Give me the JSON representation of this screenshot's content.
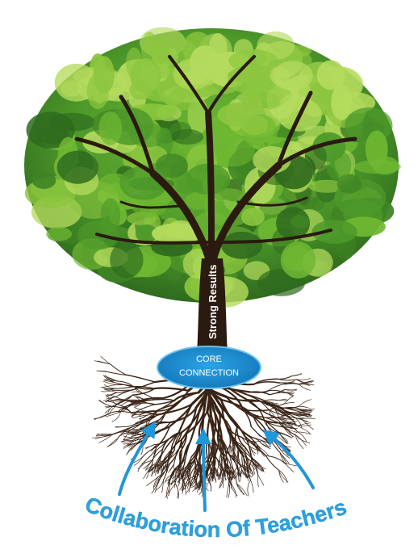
{
  "diagram": {
    "trunk_label": "Strong Results",
    "core_label_line1": "CORE",
    "core_label_line2": "CONNECTION",
    "bottom_caption": "Collaboration Of Teachers"
  },
  "colors": {
    "canopy_dark": "#2f6b1e",
    "canopy_mid": "#4e9a2a",
    "canopy_light": "#8cc63f",
    "canopy_highlight": "#b5db5e",
    "trunk": "#2b1a10",
    "roots": "#3a2416",
    "core_fill": "#1f8fd1",
    "core_edge": "#6cc3ef",
    "arrow": "#2196d9",
    "caption": "#2aa1e0",
    "background": "#ffffff"
  },
  "icons": [
    "tree-canopy",
    "tree-trunk",
    "tree-roots",
    "up-arrow-icon"
  ]
}
